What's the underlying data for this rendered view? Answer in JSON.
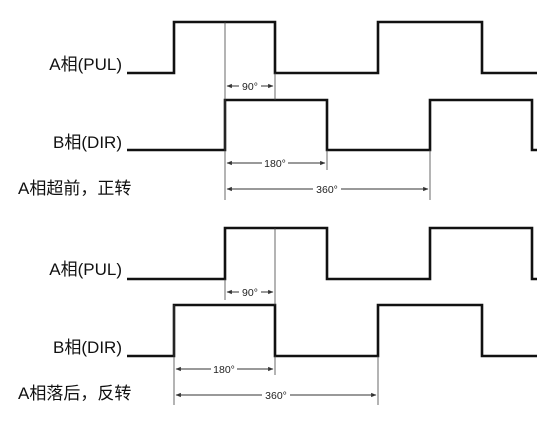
{
  "diagrams": [
    {
      "name": "forward",
      "signal_a_label": "A相(PUL)",
      "signal_b_label": "B相(DIR)",
      "caption": "A相超前，正转",
      "dim_90": "90°",
      "dim_180": "180°",
      "dim_360": "360°"
    },
    {
      "name": "reverse",
      "signal_a_label": "A相(PUL)",
      "signal_b_label": "B相(DIR)",
      "caption": "A相落后，反转",
      "dim_90": "90°",
      "dim_180": "180°",
      "dim_360": "360°"
    }
  ]
}
